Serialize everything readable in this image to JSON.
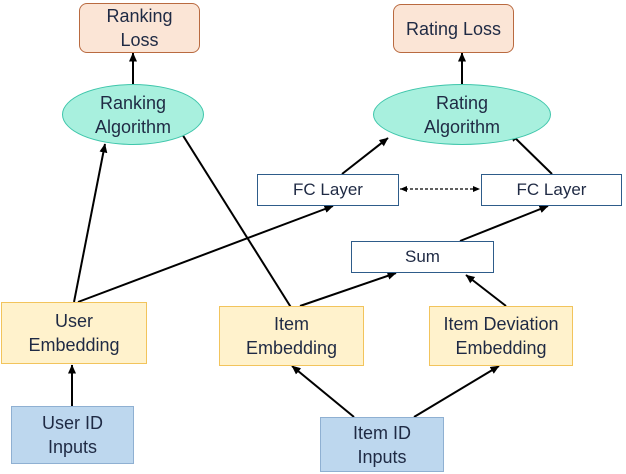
{
  "nodes": {
    "ranking_loss": "Ranking\nLoss",
    "rating_loss": "Rating Loss",
    "ranking_algorithm": "Ranking\nAlgorithm",
    "rating_algorithm": "Rating\nAlgorithm",
    "fc_layer_left": "FC Layer",
    "fc_layer_right": "FC Layer",
    "sum": "Sum",
    "user_embedding": "User\nEmbedding",
    "item_embedding": "Item\nEmbedding",
    "item_deviation_embedding": "Item Deviation\nEmbedding",
    "user_id_inputs": "User ID\nInputs",
    "item_id_inputs": "Item ID\nInputs"
  },
  "colors": {
    "loss_fill": "#fbe5d6",
    "algorithm_fill": "#a8f0de",
    "embedding_fill": "#fff2cc",
    "input_fill": "#bdd7ee",
    "layer_border": "#2e5c8a"
  }
}
